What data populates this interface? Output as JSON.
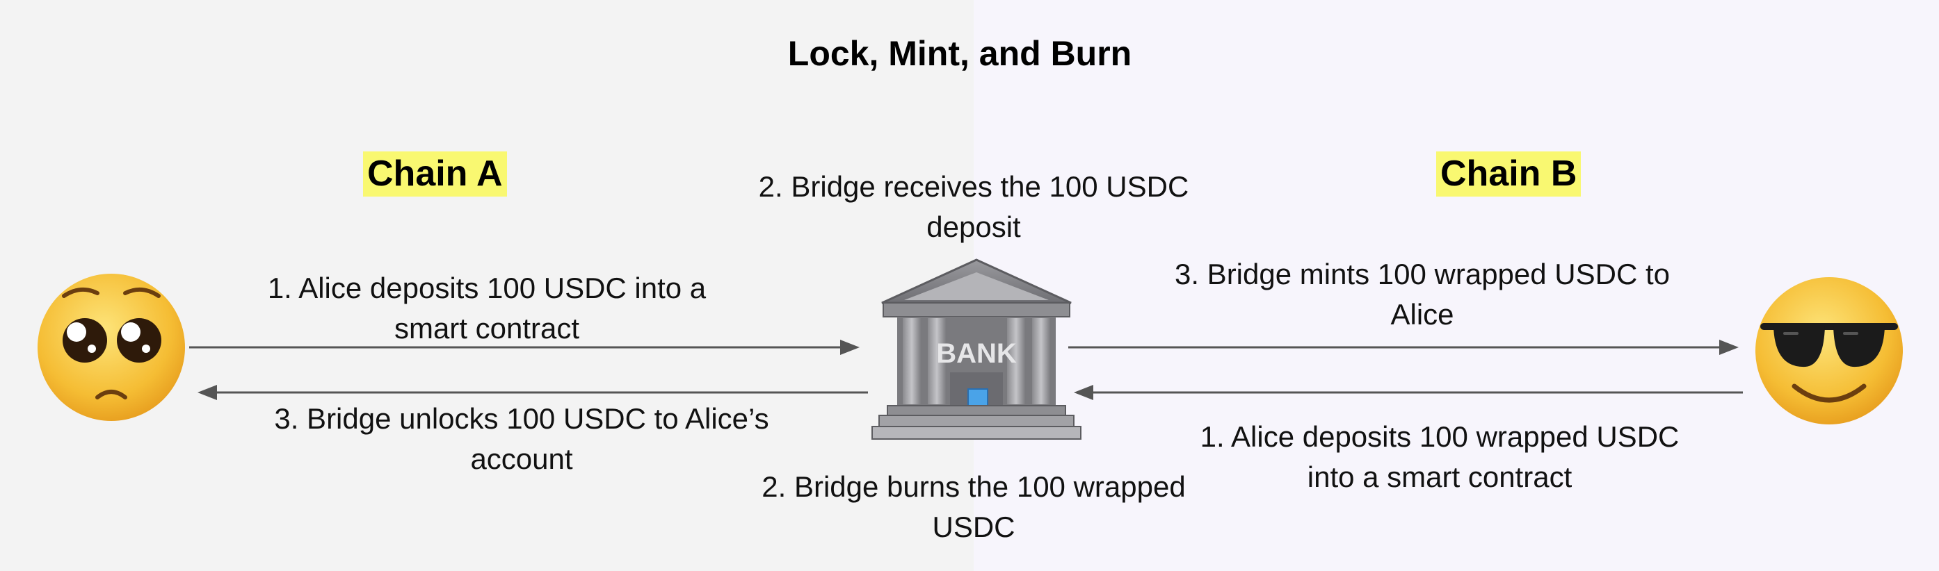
{
  "title": "Lock, Mint, and Burn",
  "chain_a": {
    "label": "Chain A"
  },
  "chain_b": {
    "label": "Chain B"
  },
  "bank": {
    "sign": "BANK"
  },
  "steps": {
    "a_deposit": {
      "lines": [
        "1. Alice deposits 100 USDC into a",
        "smart contract"
      ]
    },
    "a_unlock": {
      "lines": [
        "3. Bridge unlocks 100 USDC to Alice’s",
        "account"
      ]
    },
    "bridge_receive": {
      "lines": [
        "2. Bridge receives the 100 USDC",
        "deposit"
      ]
    },
    "bridge_burn": {
      "lines": [
        "2. Bridge burns the 100 wrapped",
        "USDC"
      ]
    },
    "b_mint": {
      "lines": [
        "3. Bridge mints 100 wrapped USDC to",
        "Alice"
      ]
    },
    "b_deposit": {
      "lines": [
        "1. Alice deposits 100 wrapped USDC",
        "into a smart contract"
      ]
    }
  },
  "icons": {
    "left": "pleading-face-emoji",
    "center": "bank-building-icon",
    "right": "sunglasses-face-emoji"
  },
  "colors": {
    "chain_highlight": "#f9f871",
    "arrow": "#555555",
    "face": "#f5b731"
  }
}
